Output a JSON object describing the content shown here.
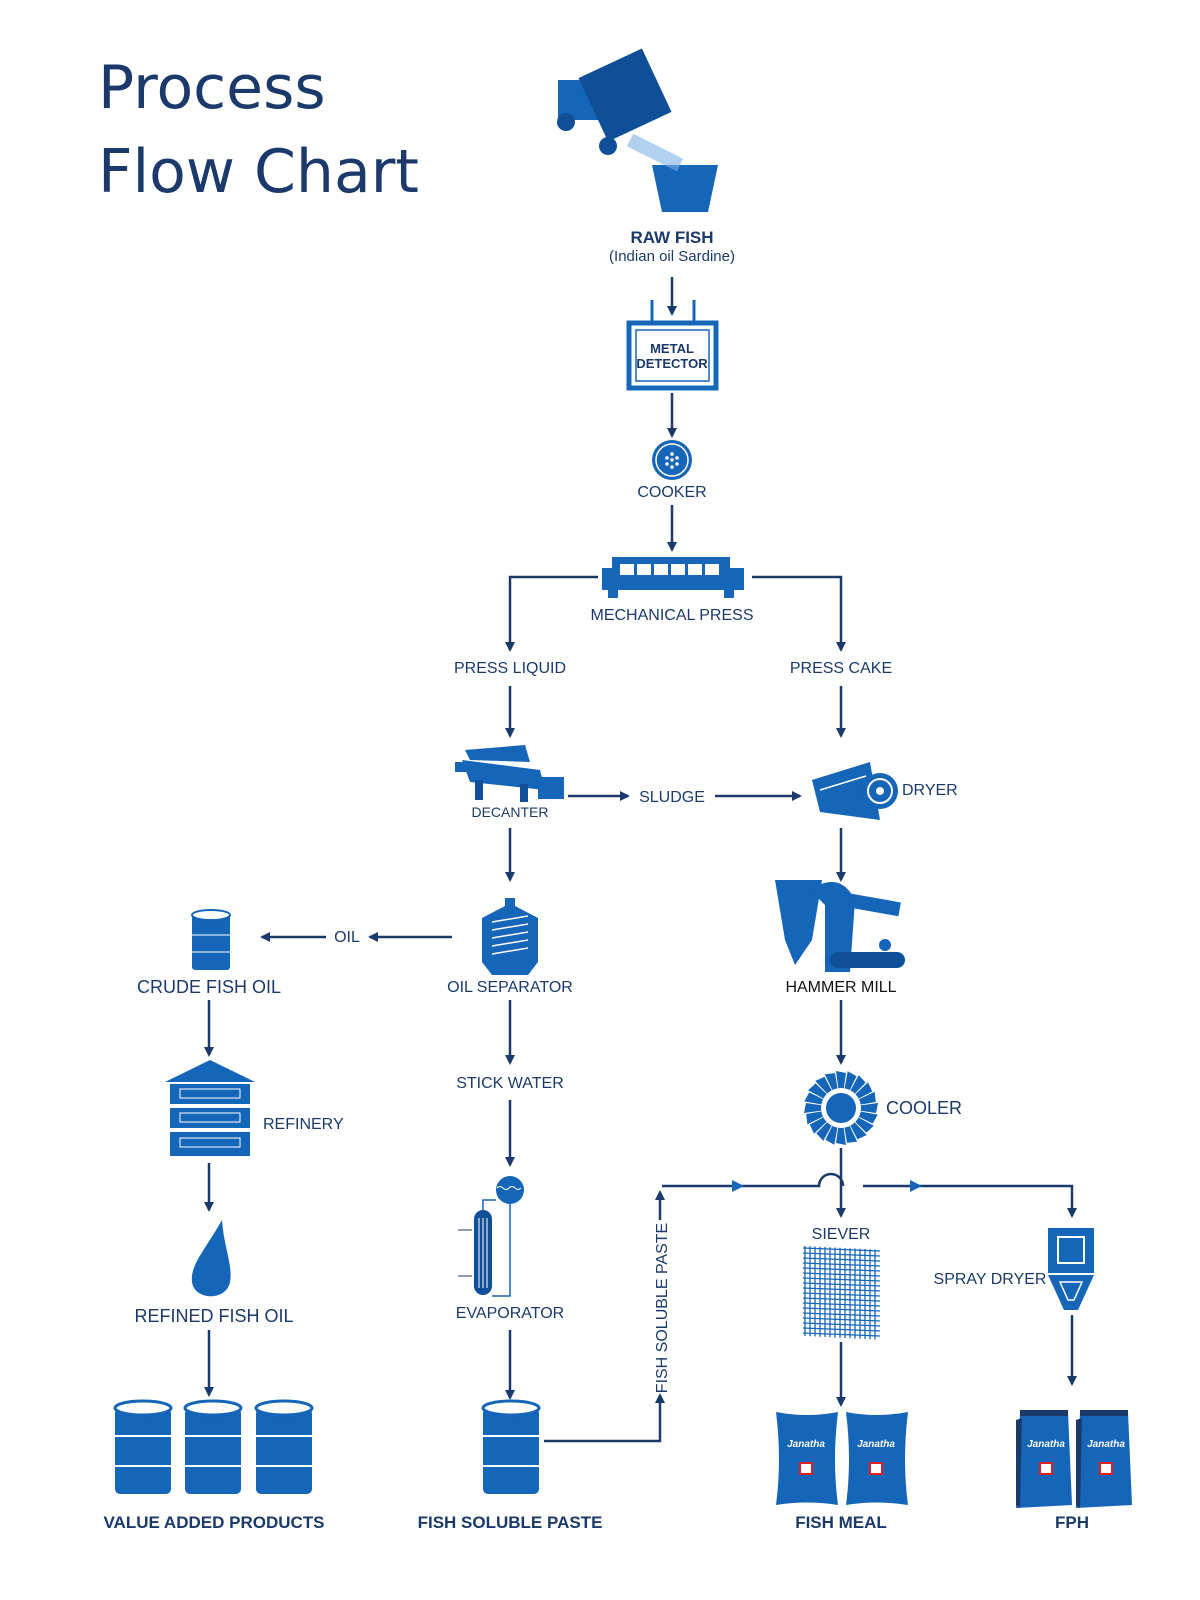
{
  "title": {
    "line1": "Process",
    "line2": "Flow Chart"
  },
  "colors": {
    "text": "#1b3a6b",
    "icon": "#1565b8"
  },
  "nodes": {
    "raw_fish": {
      "label": "RAW FISH",
      "sublabel": "(Indian oil Sardine)"
    },
    "metal_detector": {
      "line1": "METAL",
      "line2": "DETECTOR"
    },
    "cooker": "COOKER",
    "mechanical_press": "MECHANICAL PRESS",
    "press_liquid": "PRESS LIQUID",
    "press_cake": "PRESS CAKE",
    "decanter": "DECANTER",
    "sludge": "SLUDGE",
    "dryer": "DRYER",
    "oil_separator": "OIL SEPARATOR",
    "oil": "OIL",
    "crude_fish_oil": "CRUDE FISH OIL",
    "hammer_mill": "HAMMER MILL",
    "refinery": "REFINERY",
    "stick_water": "STICK WATER",
    "cooler": "COOLER",
    "evaporator": "EVAPORATOR",
    "fish_soluble_paste_flow": "FISH SOLUBLE PASTE",
    "siever": "SIEVER",
    "spray_dryer": "SPRAY DRYER",
    "refined_fish_oil": "REFINED FISH OIL"
  },
  "products": {
    "value_added": "VALUE ADDED PRODUCTS",
    "fish_soluble_paste": "FISH SOLUBLE PASTE",
    "fish_meal": "FISH MEAL",
    "fph": "FPH",
    "brand": "Janatha"
  }
}
